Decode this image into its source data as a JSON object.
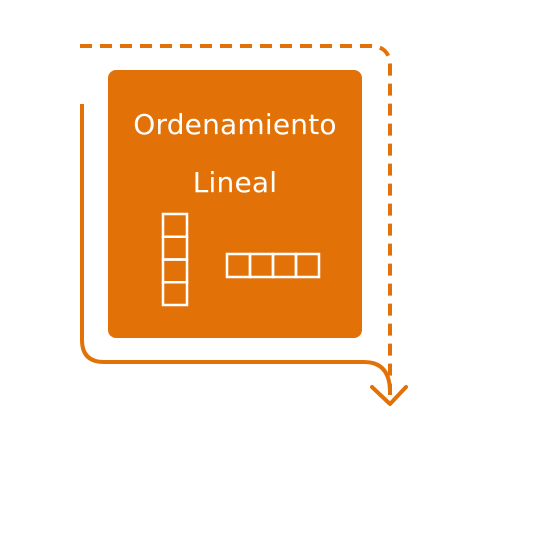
{
  "card": {
    "title_line1": "Ordenamiento",
    "title_line2": "Lineal"
  },
  "colors": {
    "accent": "#E27208",
    "card_text": "#FFFFFF",
    "background": "#FFFFFF"
  },
  "icons": {
    "vertical_stack_cells": 4,
    "horizontal_row_cells": 4
  }
}
